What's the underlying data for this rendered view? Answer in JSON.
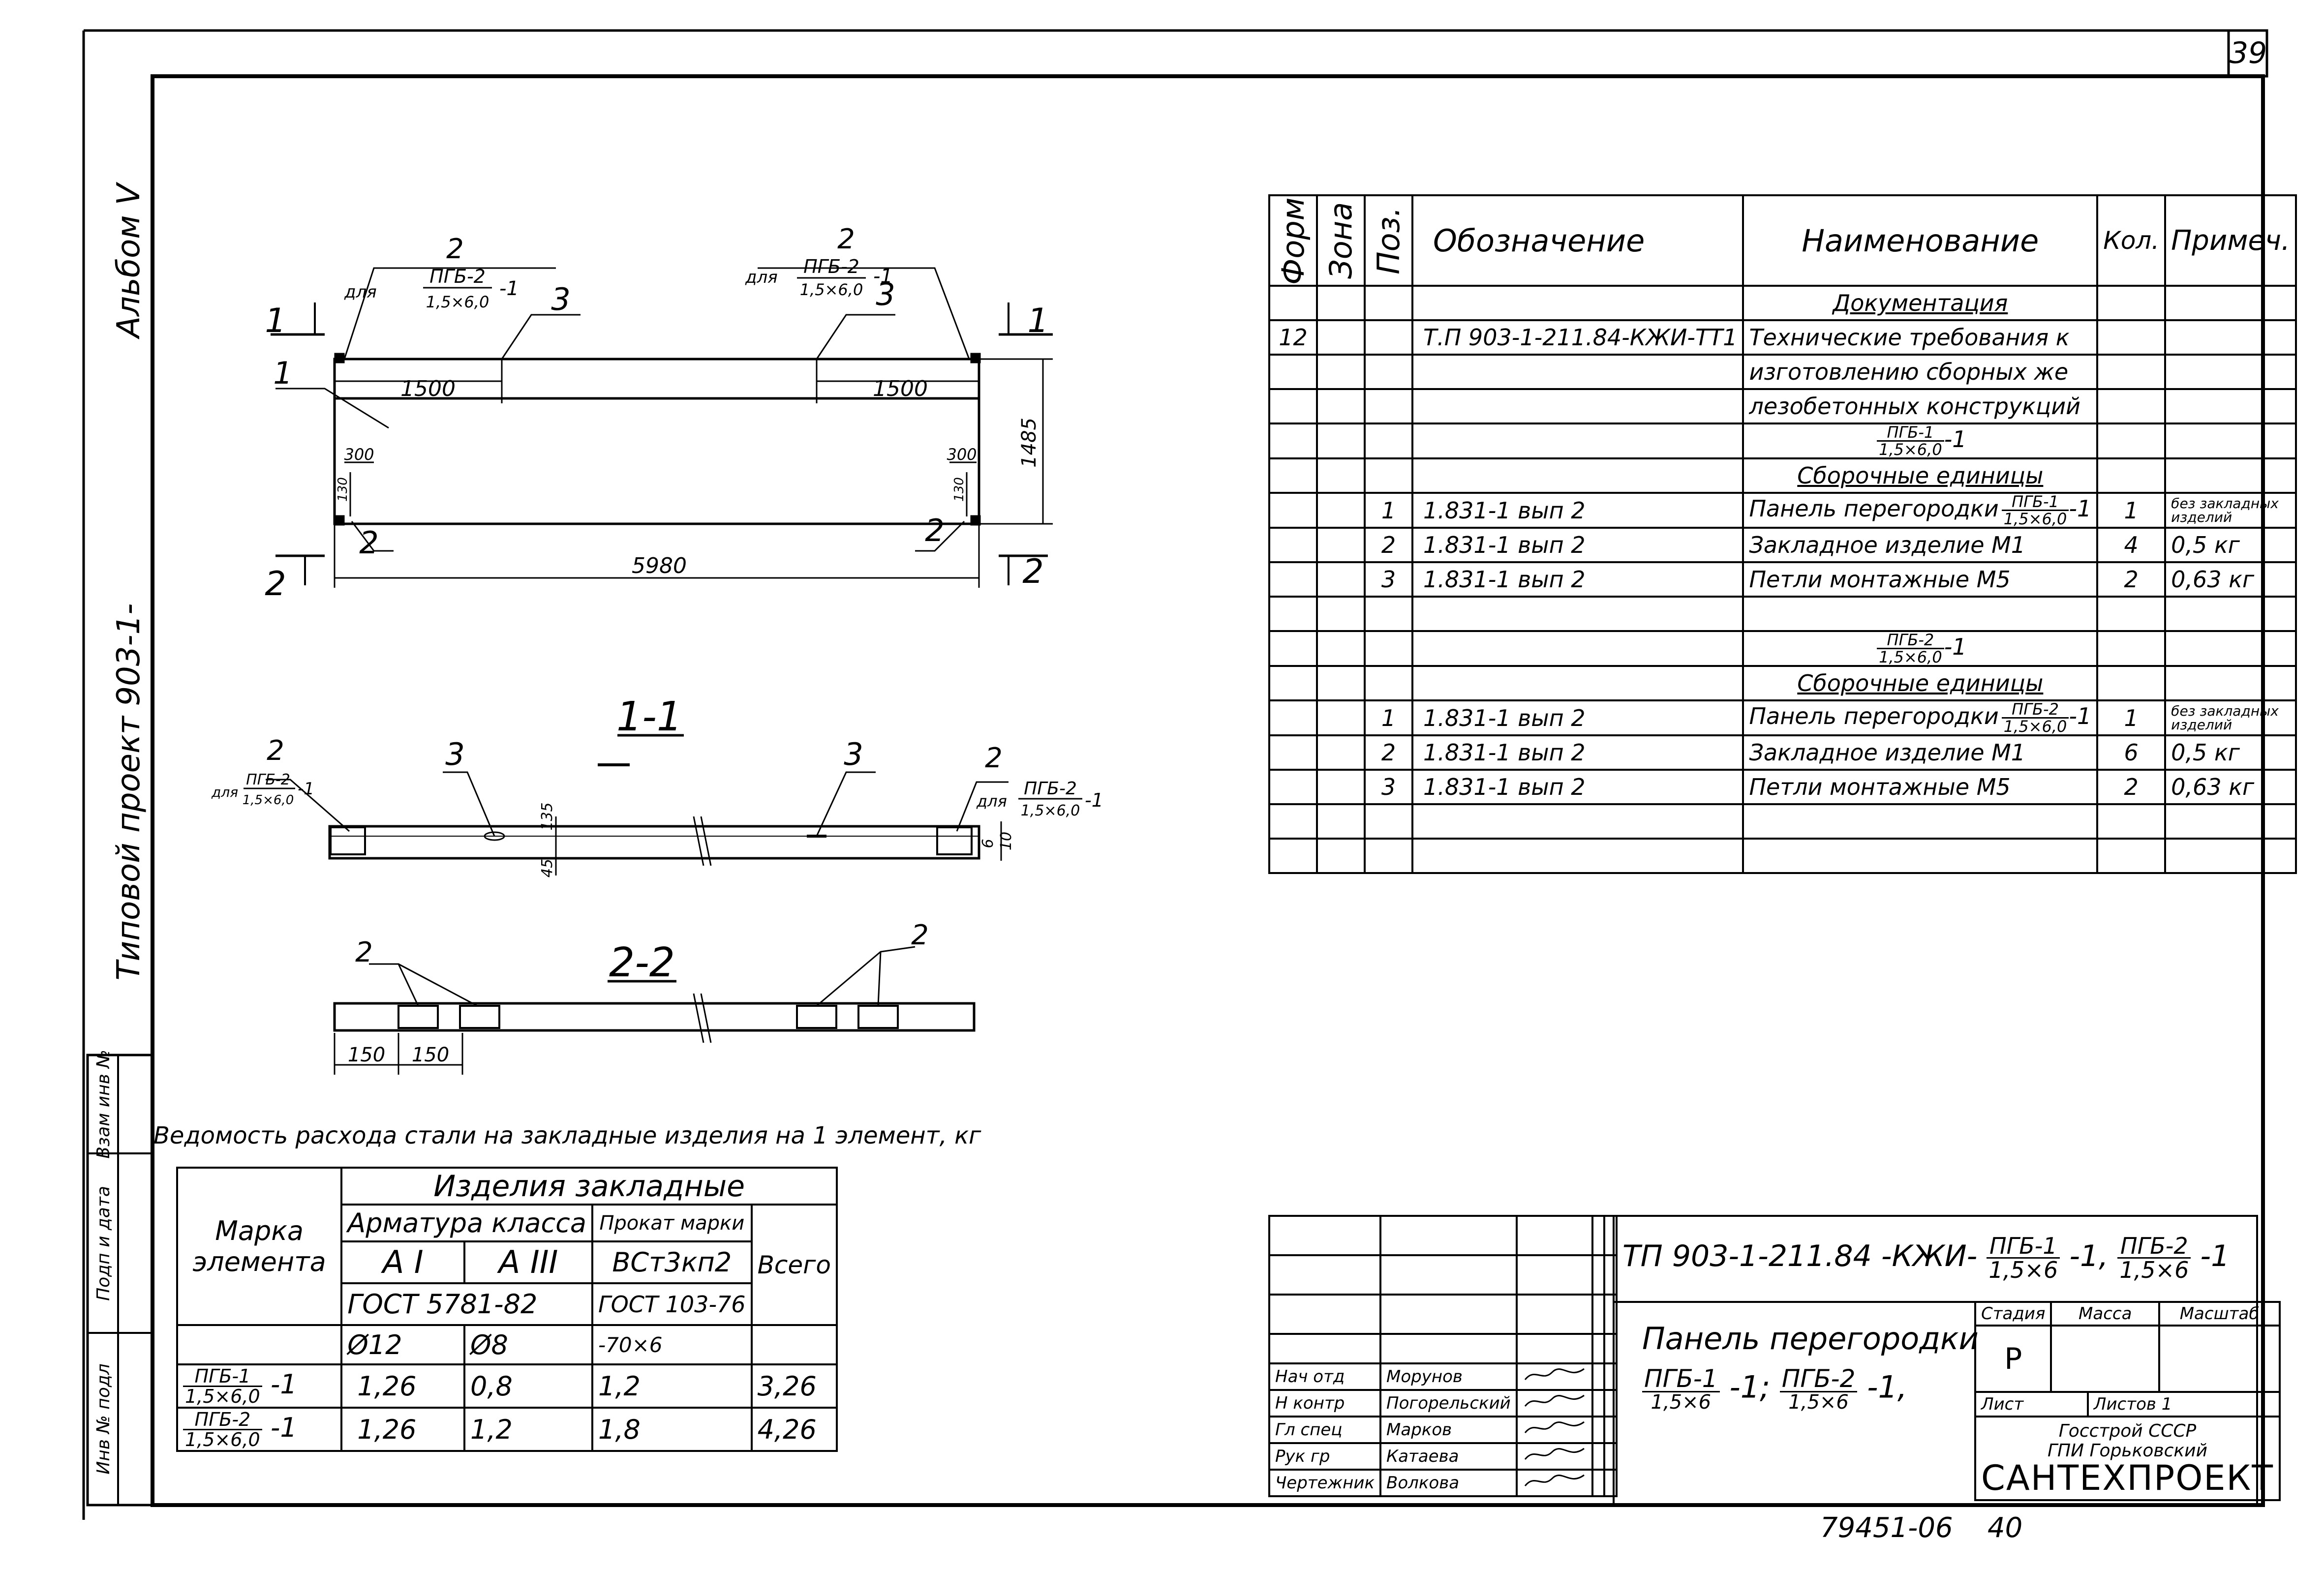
{
  "sheet": {
    "number": "39",
    "footer_code": "79451-06",
    "footer_page": "40"
  },
  "side_stamp": {
    "album": "Альбом V",
    "project": "Типовой проект 903-1-",
    "cells": [
      "Взам инв №",
      "Подп и дата",
      "Инв № подл"
    ]
  },
  "drawing": {
    "plan": {
      "dim_left": "1500",
      "dim_right": "1500",
      "dim_length": "5980",
      "dim_height": "1485",
      "dim_small_left": "300",
      "dim_small_right": "300",
      "dim_tiny_left": "130",
      "dim_tiny_right": "130",
      "callout_pos": "2",
      "callout_pre": "для",
      "callout_num": "ПГБ-2",
      "callout_den": "1,5×6,0",
      "callout_suffix": "-1",
      "pos1": "1",
      "pos3": "3",
      "pos2": "2",
      "section_1": "1",
      "section_2": "2"
    },
    "section_11": {
      "title": "1-1",
      "pos2": "2",
      "pos3": "3",
      "callout_pre": "для",
      "callout_num": "ПГБ-2",
      "callout_den": "1,5×6,0",
      "callout_suffix": "-1",
      "dim_135": "135",
      "dim_45": "45",
      "dim_6": "6",
      "dim_10": "10"
    },
    "section_22": {
      "title": "2-2",
      "pos2": "2",
      "dim_a": "150",
      "dim_b": "150"
    }
  },
  "spec": {
    "headers": {
      "format": "Формат",
      "zone": "Зона",
      "pos": "Поз.",
      "designation": "Обозначение",
      "name": "Наименование",
      "qty": "Кол.",
      "note": "Примеч."
    },
    "rows": [
      {
        "format": "",
        "pos": "",
        "designation": "",
        "name": "Документация",
        "qty": "",
        "note": "",
        "style": "ul"
      },
      {
        "format": "12",
        "pos": "",
        "designation": "Т.П 903-1-211.84-КЖИ-ТТ1",
        "name": "Технические требования к",
        "qty": "",
        "note": ""
      },
      {
        "format": "",
        "pos": "",
        "designation": "",
        "name": "изготовлению сборных же",
        "qty": "",
        "note": ""
      },
      {
        "format": "",
        "pos": "",
        "designation": "",
        "name": "лезобетонных конструкций",
        "qty": "",
        "note": ""
      },
      {
        "format": "",
        "pos": "",
        "designation": "",
        "name": "",
        "frac": {
          "num": "ПГБ-1",
          "den": "1,5×6,0",
          "suffix": "-1"
        },
        "qty": "",
        "note": ""
      },
      {
        "format": "",
        "pos": "",
        "designation": "",
        "name": "Сборочные единицы",
        "qty": "",
        "note": "",
        "style": "ul"
      },
      {
        "format": "",
        "pos": "1",
        "designation": "1.831-1 вып 2",
        "name": "Панель перегородки",
        "frac": {
          "num": "ПГБ-1",
          "den": "1,5×6,0",
          "suffix": "-1"
        },
        "qty": "1",
        "note": "без закладных изделий"
      },
      {
        "format": "",
        "pos": "2",
        "designation": "1.831-1 вып 2",
        "name": "Закладное изделие М1",
        "qty": "4",
        "note": "0,5 кг"
      },
      {
        "format": "",
        "pos": "3",
        "designation": "1.831-1 вып 2",
        "name": "Петли монтажные М5",
        "qty": "2",
        "note": "0,63 кг"
      },
      {
        "format": "",
        "pos": "",
        "designation": "",
        "name": "",
        "qty": "",
        "note": ""
      },
      {
        "format": "",
        "pos": "",
        "designation": "",
        "name": "",
        "frac": {
          "num": "ПГБ-2",
          "den": "1,5×6,0",
          "suffix": "-1"
        },
        "qty": "",
        "note": ""
      },
      {
        "format": "",
        "pos": "",
        "designation": "",
        "name": "Сборочные единицы",
        "qty": "",
        "note": "",
        "style": "ul"
      },
      {
        "format": "",
        "pos": "1",
        "designation": "1.831-1 вып 2",
        "name": "Панель перегородки",
        "frac": {
          "num": "ПГБ-2",
          "den": "1,5×6,0",
          "suffix": "-1"
        },
        "qty": "1",
        "note": "без закладных изделий"
      },
      {
        "format": "",
        "pos": "2",
        "designation": "1.831-1 вып 2",
        "name": "Закладное изделие М1",
        "qty": "6",
        "note": "0,5 кг"
      },
      {
        "format": "",
        "pos": "3",
        "designation": "1.831-1 вып 2",
        "name": "Петли монтажные М5",
        "qty": "2",
        "note": "0,63 кг"
      },
      {
        "format": "",
        "pos": "",
        "designation": "",
        "name": "",
        "qty": "",
        "note": ""
      },
      {
        "format": "",
        "pos": "",
        "designation": "",
        "name": "",
        "qty": "",
        "note": ""
      }
    ]
  },
  "steel": {
    "caption": "Ведомость расхода стали на закладные изделия на 1 элемент, кг",
    "mark_header": "Марка элемента",
    "products_header": "Изделия закладные",
    "rebar_header": "Арматура класса",
    "rolled_header": "Прокат марки",
    "class1": "А I",
    "class2": "А III",
    "steel_grade": "ВСт3кп2",
    "gost1": "ГОСТ 5781-82",
    "gost2": "ГОСТ 103-76",
    "total": "Всего",
    "d1": "Ø12",
    "d2": "Ø8",
    "profile": "-70×6",
    "rows": [
      {
        "num": "ПГБ-1",
        "den": "1,5×6,0",
        "suffix": "-1",
        "a1": "1,26",
        "a3": "0,8",
        "prokat": "1,2",
        "total": "3,26"
      },
      {
        "num": "ПГБ-2",
        "den": "1,5×6,0",
        "suffix": "-1",
        "a1": "1,26",
        "a3": "1,2",
        "prokat": "1,8",
        "total": "4,26"
      }
    ]
  },
  "title_block": {
    "code_prefix": "ТП 903-1-211.84 -КЖИ-",
    "code_f1_num": "ПГБ-1",
    "code_f1_den": "1,5×6",
    "code_mid": "-1,",
    "code_f2_num": "ПГБ-2",
    "code_f2_den": "1,5×6",
    "code_end": "-1",
    "name": "Панель перегородки",
    "name_f1_num": "ПГБ-1",
    "name_f1_den": "1,5×6",
    "name_mid": "-1;",
    "name_f2_num": "ПГБ-2",
    "name_f2_den": "1,5×6",
    "name_end": "-1,",
    "stage_label": "Стадия",
    "mass_label": "Масса",
    "scale_label": "Масштаб",
    "stage": "Р",
    "sheet_label": "Лист",
    "sheets_label": "Листов 1",
    "org1": "Госстрой СССР",
    "org2": "ГПИ Горьковский",
    "org3": "САНТЕХПРОЕКТ",
    "people": [
      {
        "role": "Нач отд",
        "name": "Морунов"
      },
      {
        "role": "Н контр",
        "name": "Погорельский"
      },
      {
        "role": "Гл спец",
        "name": "Марков"
      },
      {
        "role": "Рук гр",
        "name": "Катаева"
      },
      {
        "role": "Чертежник",
        "name": "Волкова"
      }
    ]
  }
}
